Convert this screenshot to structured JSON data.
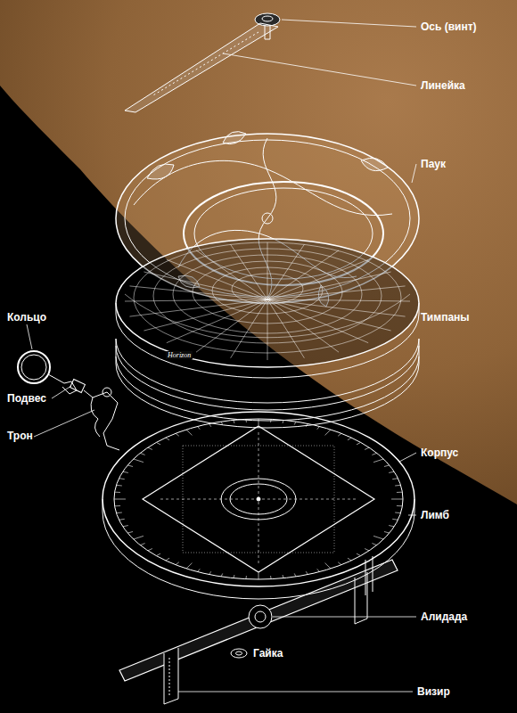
{
  "diagram": {
    "labels": [
      "Ось (винт)",
      "Линейка",
      "Паук",
      "Тимпаны",
      "Кольцо",
      "Подвес",
      "Трон",
      "Корпус",
      "Лимб",
      "Алидада",
      "Гайка",
      "Визир",
      "Horizon"
    ]
  }
}
